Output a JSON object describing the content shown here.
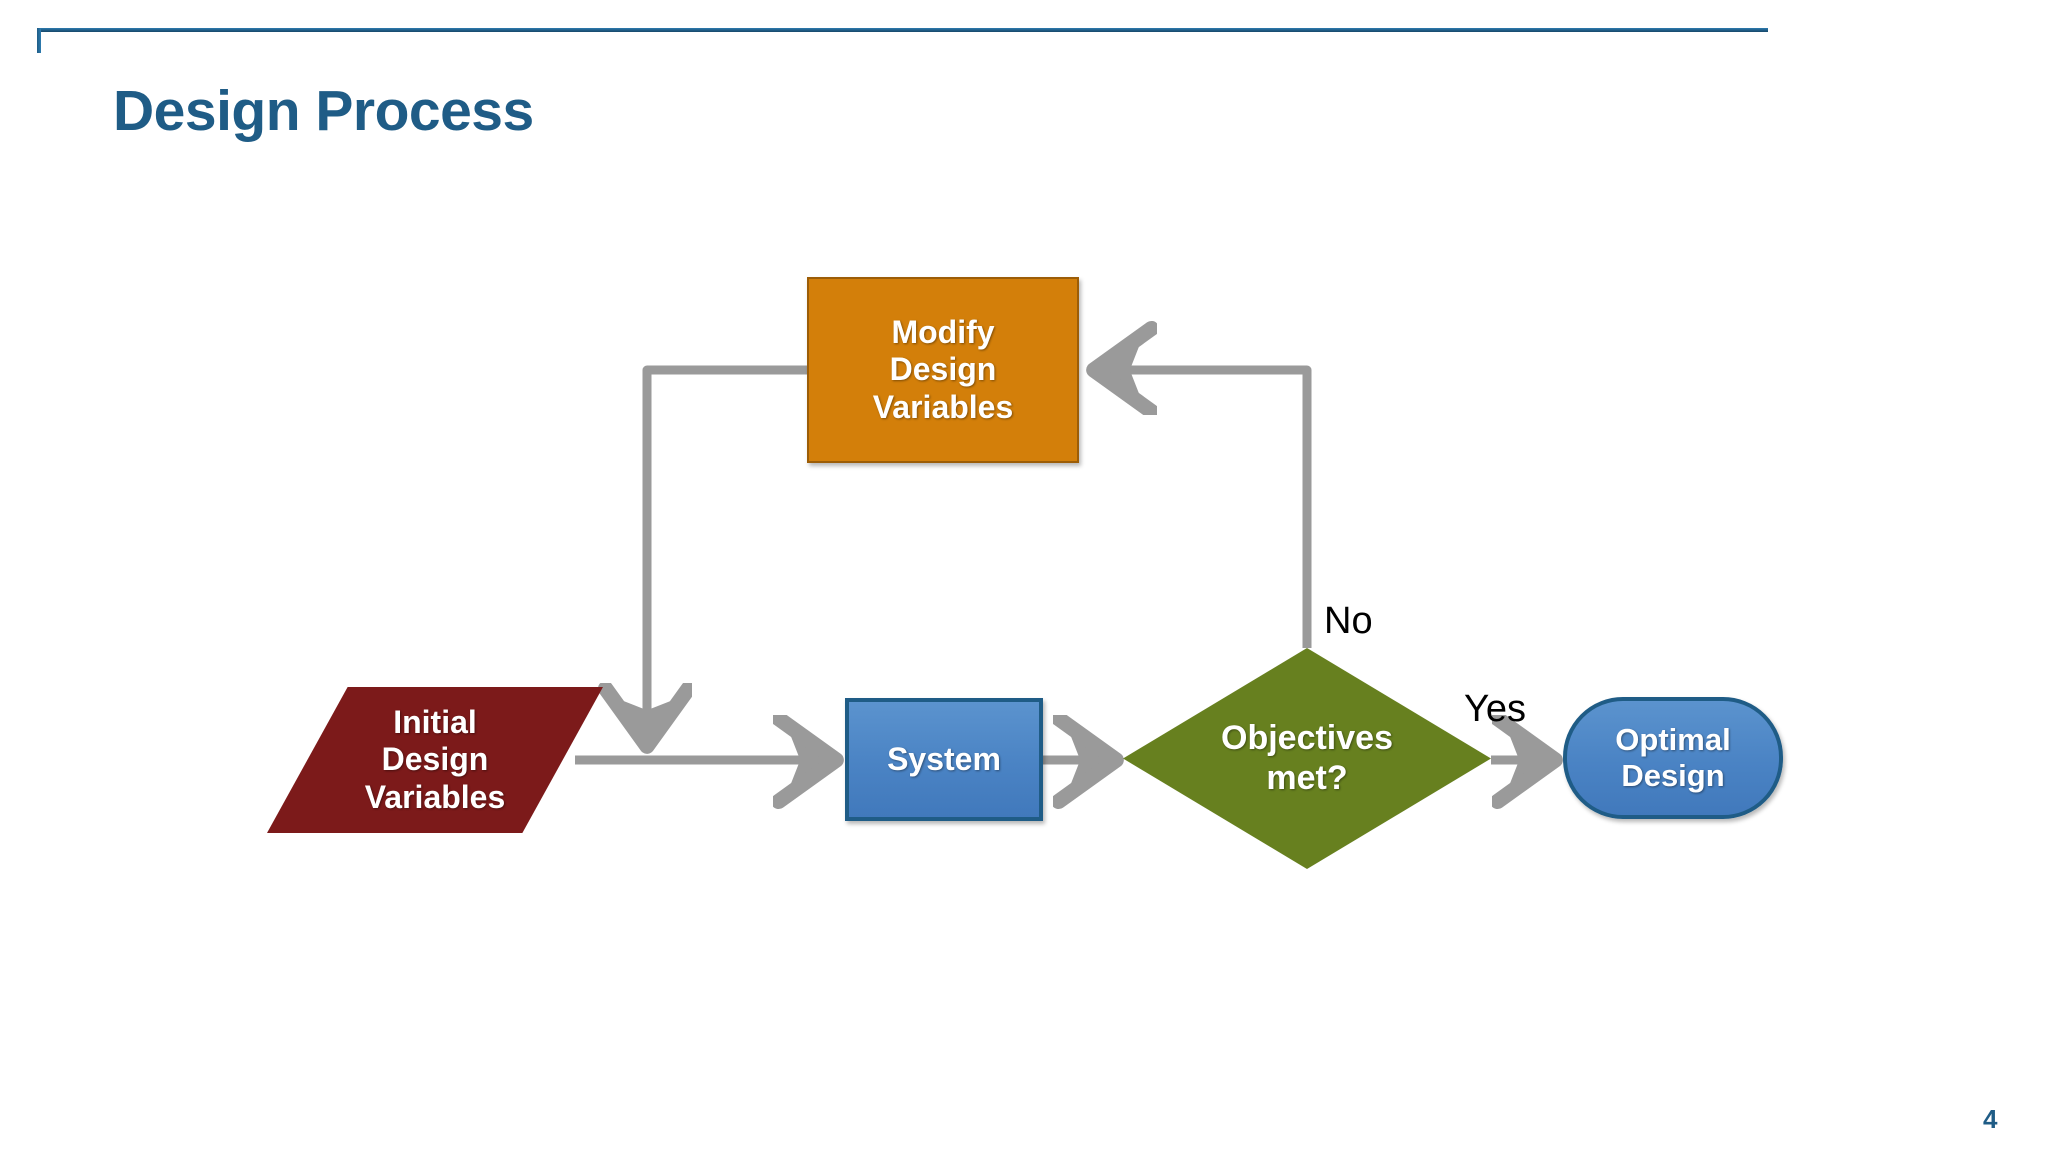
{
  "slide": {
    "title": "Design Process",
    "page_number": "4",
    "accent_color": "#1F5C86",
    "background_color": "#FFFFFF"
  },
  "diagram": {
    "name": "design-process-flowchart",
    "connector_color": "#9A9A9A",
    "nodes": [
      {
        "id": "modify-design-variables",
        "label": "Modify\nDesign\nVariables",
        "lines": [
          "Modify",
          "Design",
          "Variables"
        ],
        "shape": "rectangle",
        "fill": "#D37F0A",
        "border": "#9C5D07",
        "text_color": "#FFFFFF"
      },
      {
        "id": "initial-design-variables",
        "label": "Initial\nDesign\nVariables",
        "lines": [
          "Initial",
          "Design",
          "Variables"
        ],
        "shape": "parallelogram",
        "fill": "#7C1A1A",
        "border": "#7C1A1A",
        "text_color": "#FFFFFF"
      },
      {
        "id": "system",
        "label": "System",
        "lines": [
          "System"
        ],
        "shape": "rectangle",
        "fill": "#4A83C4",
        "border": "#1F5C86",
        "text_color": "#FFFFFF"
      },
      {
        "id": "objectives-met",
        "label": "Objectives\nmet?",
        "lines": [
          "Objectives",
          "met?"
        ],
        "shape": "diamond",
        "fill": "#67801F",
        "border": "#67801F",
        "text_color": "#FFFFFF"
      },
      {
        "id": "optimal-design",
        "label": "Optimal\nDesign",
        "lines": [
          "Optimal",
          "Design"
        ],
        "shape": "rounded-rectangle",
        "fill": "#4A83C4",
        "border": "#1F5C86",
        "text_color": "#FFFFFF"
      }
    ],
    "edge_labels": {
      "no": "No",
      "yes": "Yes"
    },
    "edges": [
      {
        "from": "initial-design-variables",
        "to": "system",
        "label": ""
      },
      {
        "from": "system",
        "to": "objectives-met",
        "label": ""
      },
      {
        "from": "objectives-met",
        "to": "optimal-design",
        "label": "Yes"
      },
      {
        "from": "objectives-met",
        "to": "modify-design-variables",
        "label": "No"
      },
      {
        "from": "modify-design-variables",
        "to": "system",
        "label": ""
      }
    ]
  }
}
